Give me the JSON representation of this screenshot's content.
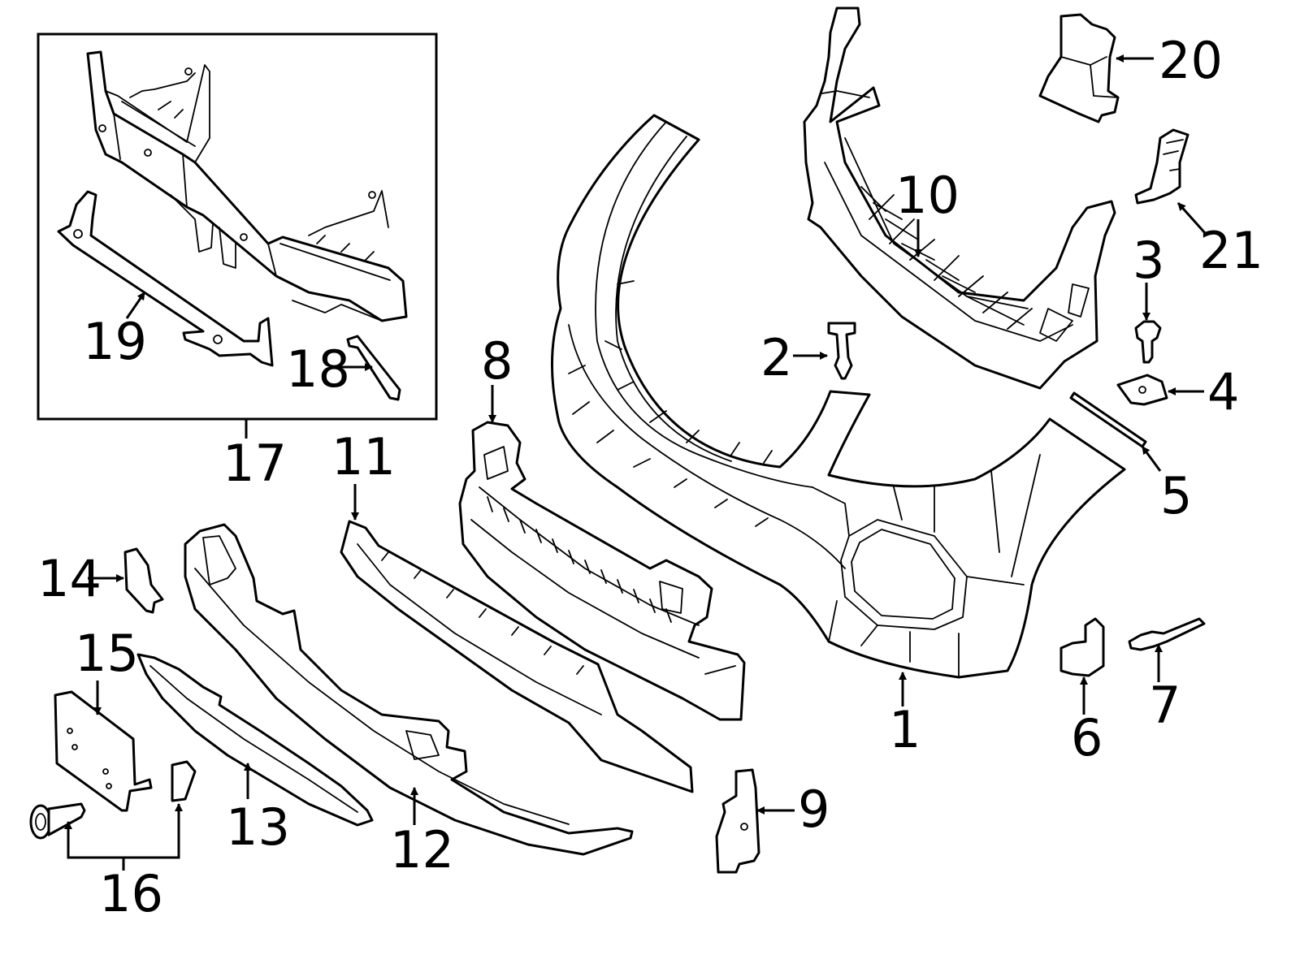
{
  "diagram": {
    "title": "",
    "callouts": [
      {
        "id": "1",
        "label": "1",
        "part": "bumper-cover"
      },
      {
        "id": "2",
        "label": "2",
        "part": "push-pin-clip"
      },
      {
        "id": "3",
        "label": "3",
        "part": "bolt"
      },
      {
        "id": "4",
        "label": "4",
        "part": "clip-nut"
      },
      {
        "id": "5",
        "label": "5",
        "part": "strip-molding"
      },
      {
        "id": "6",
        "label": "6",
        "part": "side-bracket"
      },
      {
        "id": "7",
        "label": "7",
        "part": "rivet-clip"
      },
      {
        "id": "8",
        "label": "8",
        "part": "absorber-bracket"
      },
      {
        "id": "9",
        "label": "9",
        "part": "lower-bracket"
      },
      {
        "id": "10",
        "label": "10",
        "part": "grille"
      },
      {
        "id": "11",
        "label": "11",
        "part": "lower-trim"
      },
      {
        "id": "12",
        "label": "12",
        "part": "air-deflector"
      },
      {
        "id": "13",
        "label": "13",
        "part": "lower-molding"
      },
      {
        "id": "14",
        "label": "14",
        "part": "small-bracket"
      },
      {
        "id": "15",
        "label": "15",
        "part": "license-plate-bracket"
      },
      {
        "id": "16",
        "label": "16",
        "part": "screw-and-clip-set"
      },
      {
        "id": "17",
        "label": "17",
        "part": "reinforcement-assembly"
      },
      {
        "id": "18",
        "label": "18",
        "part": "support-rod"
      },
      {
        "id": "19",
        "label": "19",
        "part": "lower-support-bar"
      },
      {
        "id": "20",
        "label": "20",
        "part": "upper-bracket"
      },
      {
        "id": "21",
        "label": "21",
        "part": "side-mount-bracket"
      }
    ]
  }
}
